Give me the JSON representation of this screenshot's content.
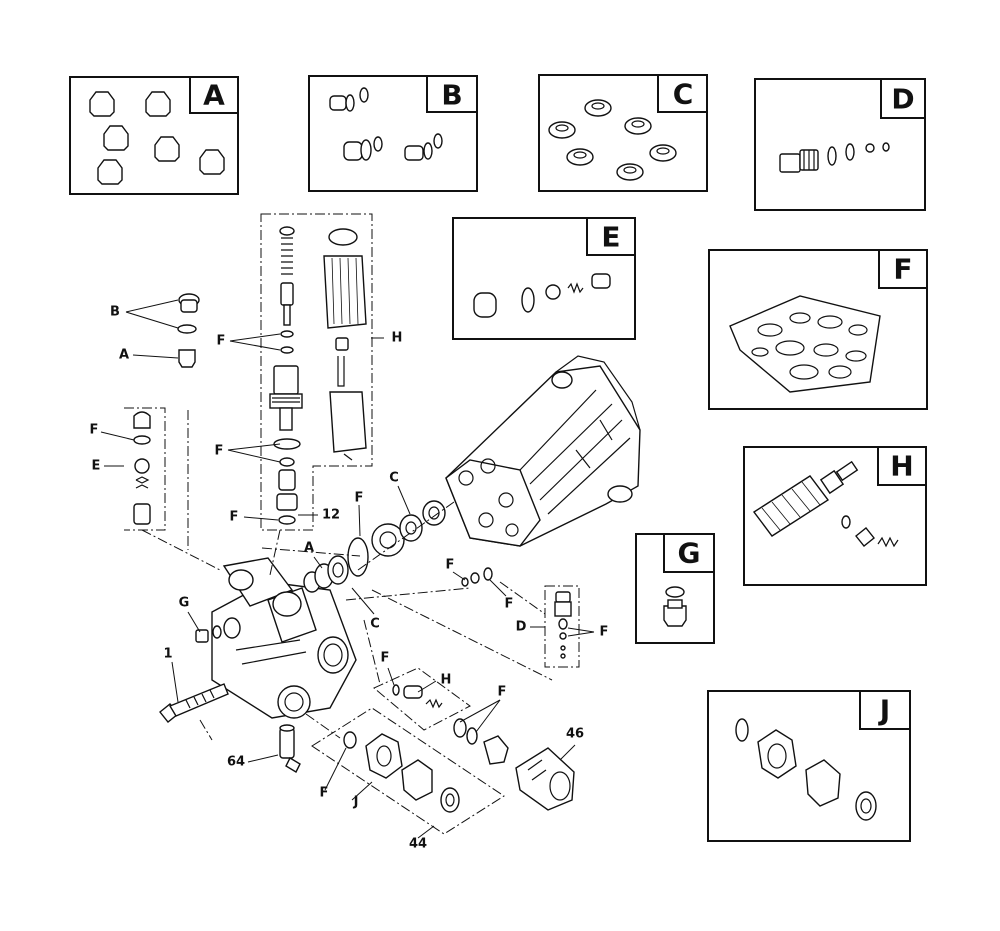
{
  "kits": {
    "A": {
      "letter": "A"
    },
    "B": {
      "letter": "B"
    },
    "C": {
      "letter": "C"
    },
    "D": {
      "letter": "D"
    },
    "E": {
      "letter": "E"
    },
    "F": {
      "letter": "F"
    },
    "G": {
      "letter": "G"
    },
    "H": {
      "letter": "H"
    },
    "J": {
      "letter": "J"
    }
  },
  "callouts": {
    "b_valve": "B",
    "a_valve": "A",
    "f_valve_spacer": "F",
    "h_unloader": "H",
    "f_unloader_1": "F",
    "f_unloader_2": "F",
    "num_12": "12",
    "f_side": "F",
    "e_side": "E",
    "f_top_seal": "F",
    "c_seal": "C",
    "a_seal": "A",
    "c_lower": "C",
    "g_plug": "G",
    "num_1": "1",
    "f_mid": "F",
    "f_mid_2": "F",
    "d_kit": "D",
    "f_d_kit": "F",
    "f_h_kit": "F",
    "h_kit": "H",
    "f_j_kit": "F",
    "num_46": "46",
    "num_64": "64",
    "f_j_lower": "F",
    "j_lower": "J",
    "num_44": "44"
  }
}
